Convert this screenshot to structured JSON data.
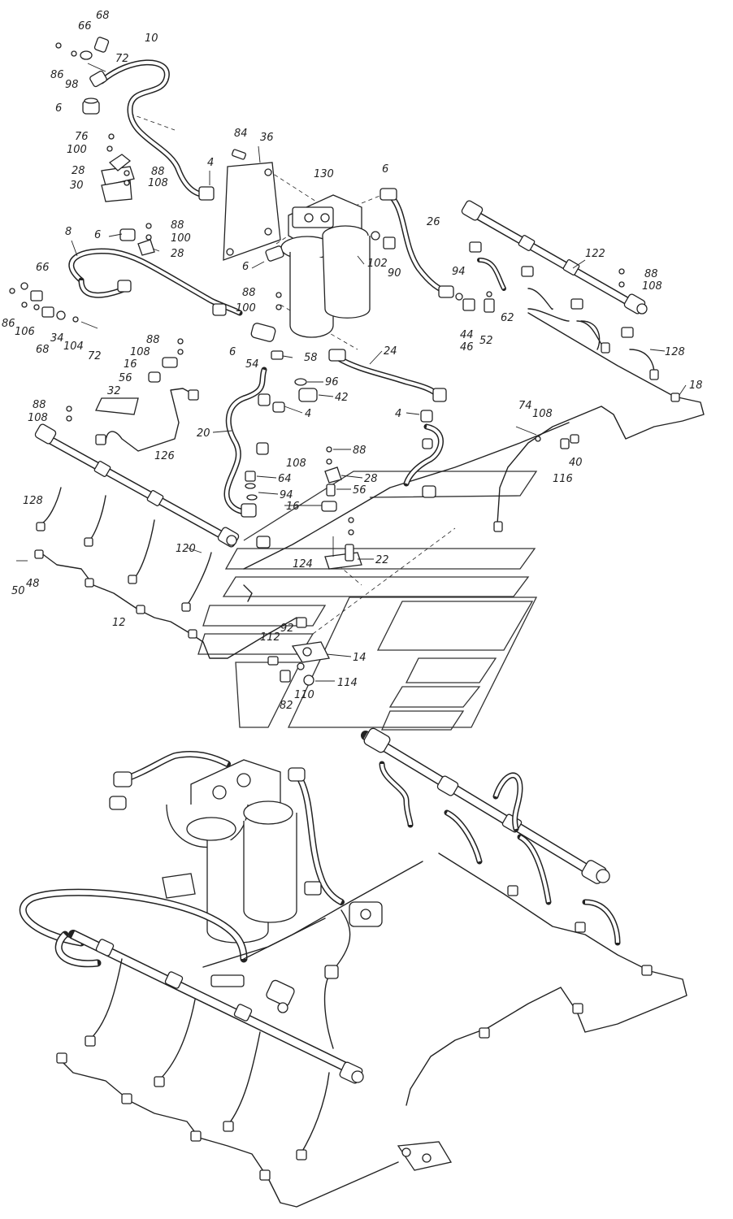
{
  "diagram": {
    "colors": {
      "line": "#222222",
      "background": "#ffffff"
    },
    "callouts": [
      {
        "id": "c68a",
        "text": "68"
      },
      {
        "id": "c66a",
        "text": "66"
      },
      {
        "id": "c10",
        "text": "10"
      },
      {
        "id": "c72a",
        "text": "72"
      },
      {
        "id": "c86a",
        "text": "86"
      },
      {
        "id": "c98",
        "text": "98"
      },
      {
        "id": "c6a",
        "text": "6"
      },
      {
        "id": "c76",
        "text": "76"
      },
      {
        "id": "c100a",
        "text": "100"
      },
      {
        "id": "c28a",
        "text": "28"
      },
      {
        "id": "c88a",
        "text": "88"
      },
      {
        "id": "c30",
        "text": "30"
      },
      {
        "id": "c108a",
        "text": "108"
      },
      {
        "id": "c84",
        "text": "84"
      },
      {
        "id": "c36",
        "text": "36"
      },
      {
        "id": "c4a",
        "text": "4"
      },
      {
        "id": "c130",
        "text": "130"
      },
      {
        "id": "c6b",
        "text": "6"
      },
      {
        "id": "c26",
        "text": "26"
      },
      {
        "id": "c8",
        "text": "8"
      },
      {
        "id": "c6c",
        "text": "6"
      },
      {
        "id": "c88b",
        "text": "88"
      },
      {
        "id": "c100b",
        "text": "100"
      },
      {
        "id": "c28b",
        "text": "28"
      },
      {
        "id": "c66b",
        "text": "66"
      },
      {
        "id": "c6d",
        "text": "6"
      },
      {
        "id": "c102",
        "text": "102"
      },
      {
        "id": "c90",
        "text": "90"
      },
      {
        "id": "c94a",
        "text": "94"
      },
      {
        "id": "c122",
        "text": "122"
      },
      {
        "id": "c88c",
        "text": "88"
      },
      {
        "id": "c108b",
        "text": "108"
      },
      {
        "id": "c88d",
        "text": "88"
      },
      {
        "id": "c100c",
        "text": "100"
      },
      {
        "id": "c62",
        "text": "62"
      },
      {
        "id": "c86b",
        "text": "86"
      },
      {
        "id": "c106",
        "text": "106"
      },
      {
        "id": "c34",
        "text": "34"
      },
      {
        "id": "c104",
        "text": "104"
      },
      {
        "id": "c72b",
        "text": "72"
      },
      {
        "id": "c68b",
        "text": "68"
      },
      {
        "id": "c44",
        "text": "44"
      },
      {
        "id": "c46",
        "text": "46"
      },
      {
        "id": "c52",
        "text": "52"
      },
      {
        "id": "c88e",
        "text": "88"
      },
      {
        "id": "c108c",
        "text": "108"
      },
      {
        "id": "c16a",
        "text": "16"
      },
      {
        "id": "c6e",
        "text": "6"
      },
      {
        "id": "c54",
        "text": "54"
      },
      {
        "id": "c58",
        "text": "58"
      },
      {
        "id": "c24",
        "text": "24"
      },
      {
        "id": "c128a",
        "text": "128"
      },
      {
        "id": "c56a",
        "text": "56"
      },
      {
        "id": "c96",
        "text": "96"
      },
      {
        "id": "c42",
        "text": "42"
      },
      {
        "id": "c18",
        "text": "18"
      },
      {
        "id": "c32",
        "text": "32"
      },
      {
        "id": "c88f",
        "text": "88"
      },
      {
        "id": "c108d",
        "text": "108"
      },
      {
        "id": "c4b",
        "text": "4"
      },
      {
        "id": "c4c",
        "text": "4"
      },
      {
        "id": "c74",
        "text": "74"
      },
      {
        "id": "c108e",
        "text": "108"
      },
      {
        "id": "c20",
        "text": "20"
      },
      {
        "id": "c126",
        "text": "126"
      },
      {
        "id": "c88g",
        "text": "88"
      },
      {
        "id": "c40",
        "text": "40"
      },
      {
        "id": "c108f",
        "text": "108"
      },
      {
        "id": "c116",
        "text": "116"
      },
      {
        "id": "c64",
        "text": "64"
      },
      {
        "id": "c28c",
        "text": "28"
      },
      {
        "id": "c94b",
        "text": "94"
      },
      {
        "id": "c56b",
        "text": "56"
      },
      {
        "id": "c128b",
        "text": "128"
      },
      {
        "id": "c16b",
        "text": "16"
      },
      {
        "id": "c120",
        "text": "120"
      },
      {
        "id": "c22",
        "text": "22"
      },
      {
        "id": "c124",
        "text": "124"
      },
      {
        "id": "c48",
        "text": "48"
      },
      {
        "id": "c50",
        "text": "50"
      },
      {
        "id": "c12",
        "text": "12"
      },
      {
        "id": "c92",
        "text": "92"
      },
      {
        "id": "c112",
        "text": "112"
      },
      {
        "id": "c14",
        "text": "14"
      },
      {
        "id": "c114",
        "text": "114"
      },
      {
        "id": "c110",
        "text": "110"
      },
      {
        "id": "c82",
        "text": "82"
      }
    ],
    "watermark": {
      "description_icon": "stylized-truck-logo-watermark"
    }
  }
}
